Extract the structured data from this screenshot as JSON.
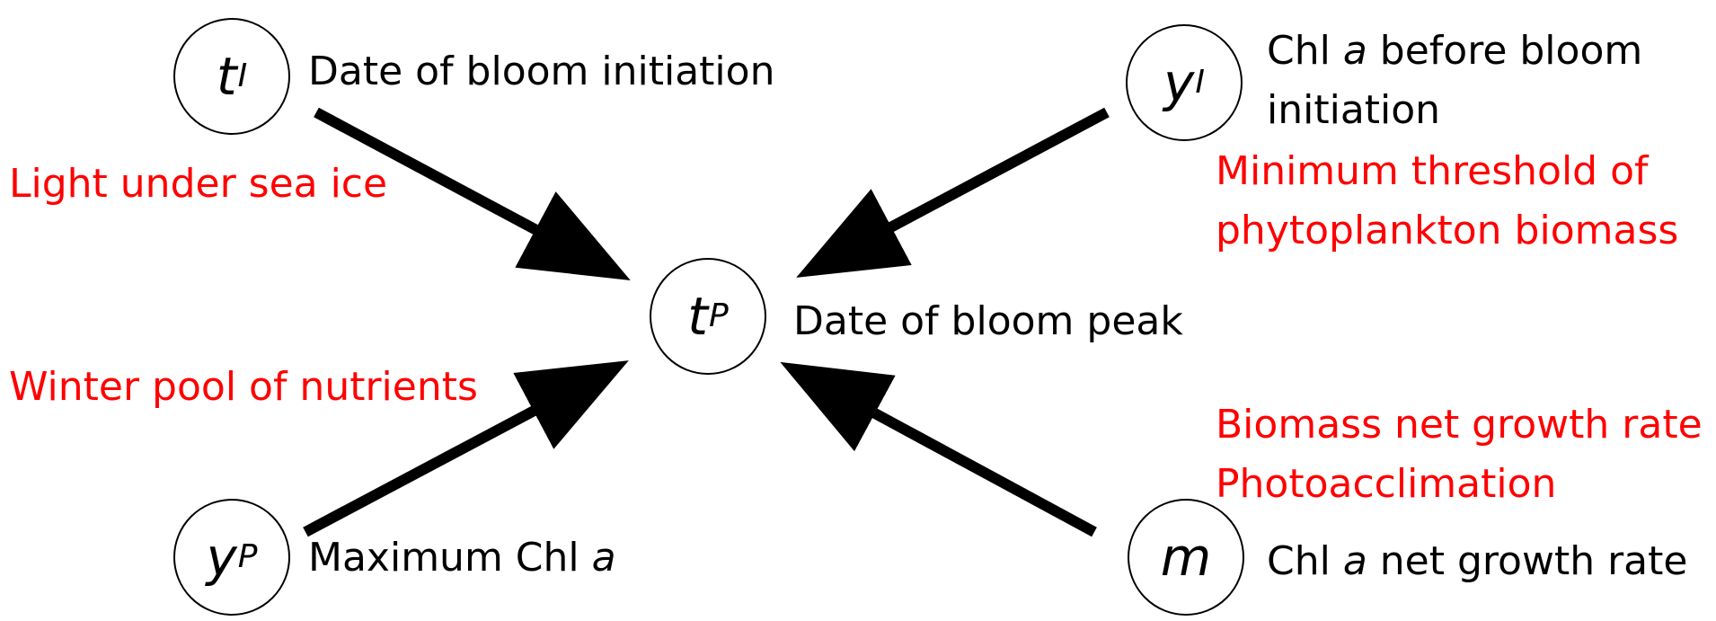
{
  "nodes": {
    "tI": {
      "symbol": "t",
      "subscript": "I",
      "label": "Date of bloom initiation"
    },
    "yI": {
      "symbol": "y",
      "subscript": "I",
      "label_line1_pre": "Chl ",
      "label_line1_it": "a",
      "label_line1_post": " before bloom",
      "label_line2": "initiation"
    },
    "tP": {
      "symbol": "t",
      "subscript": "P",
      "label": "Date of bloom peak"
    },
    "yP": {
      "symbol": "y",
      "subscript": "P",
      "label_pre": "Maximum Chl ",
      "label_it": "a"
    },
    "m": {
      "symbol": "m",
      "label_pre": "Chl ",
      "label_it": "a",
      "label_post": " net growth rate"
    }
  },
  "factors": {
    "light": "Light under sea ice",
    "threshold_line1": "Minimum threshold of",
    "threshold_line2": "phytoplankton biomass",
    "winter": "Winter pool of nutrients",
    "growth": "Biomass net growth rate",
    "photo": "Photoacclimation"
  },
  "colors": {
    "factor_text": "#ff0000",
    "arrow": "#000000"
  }
}
